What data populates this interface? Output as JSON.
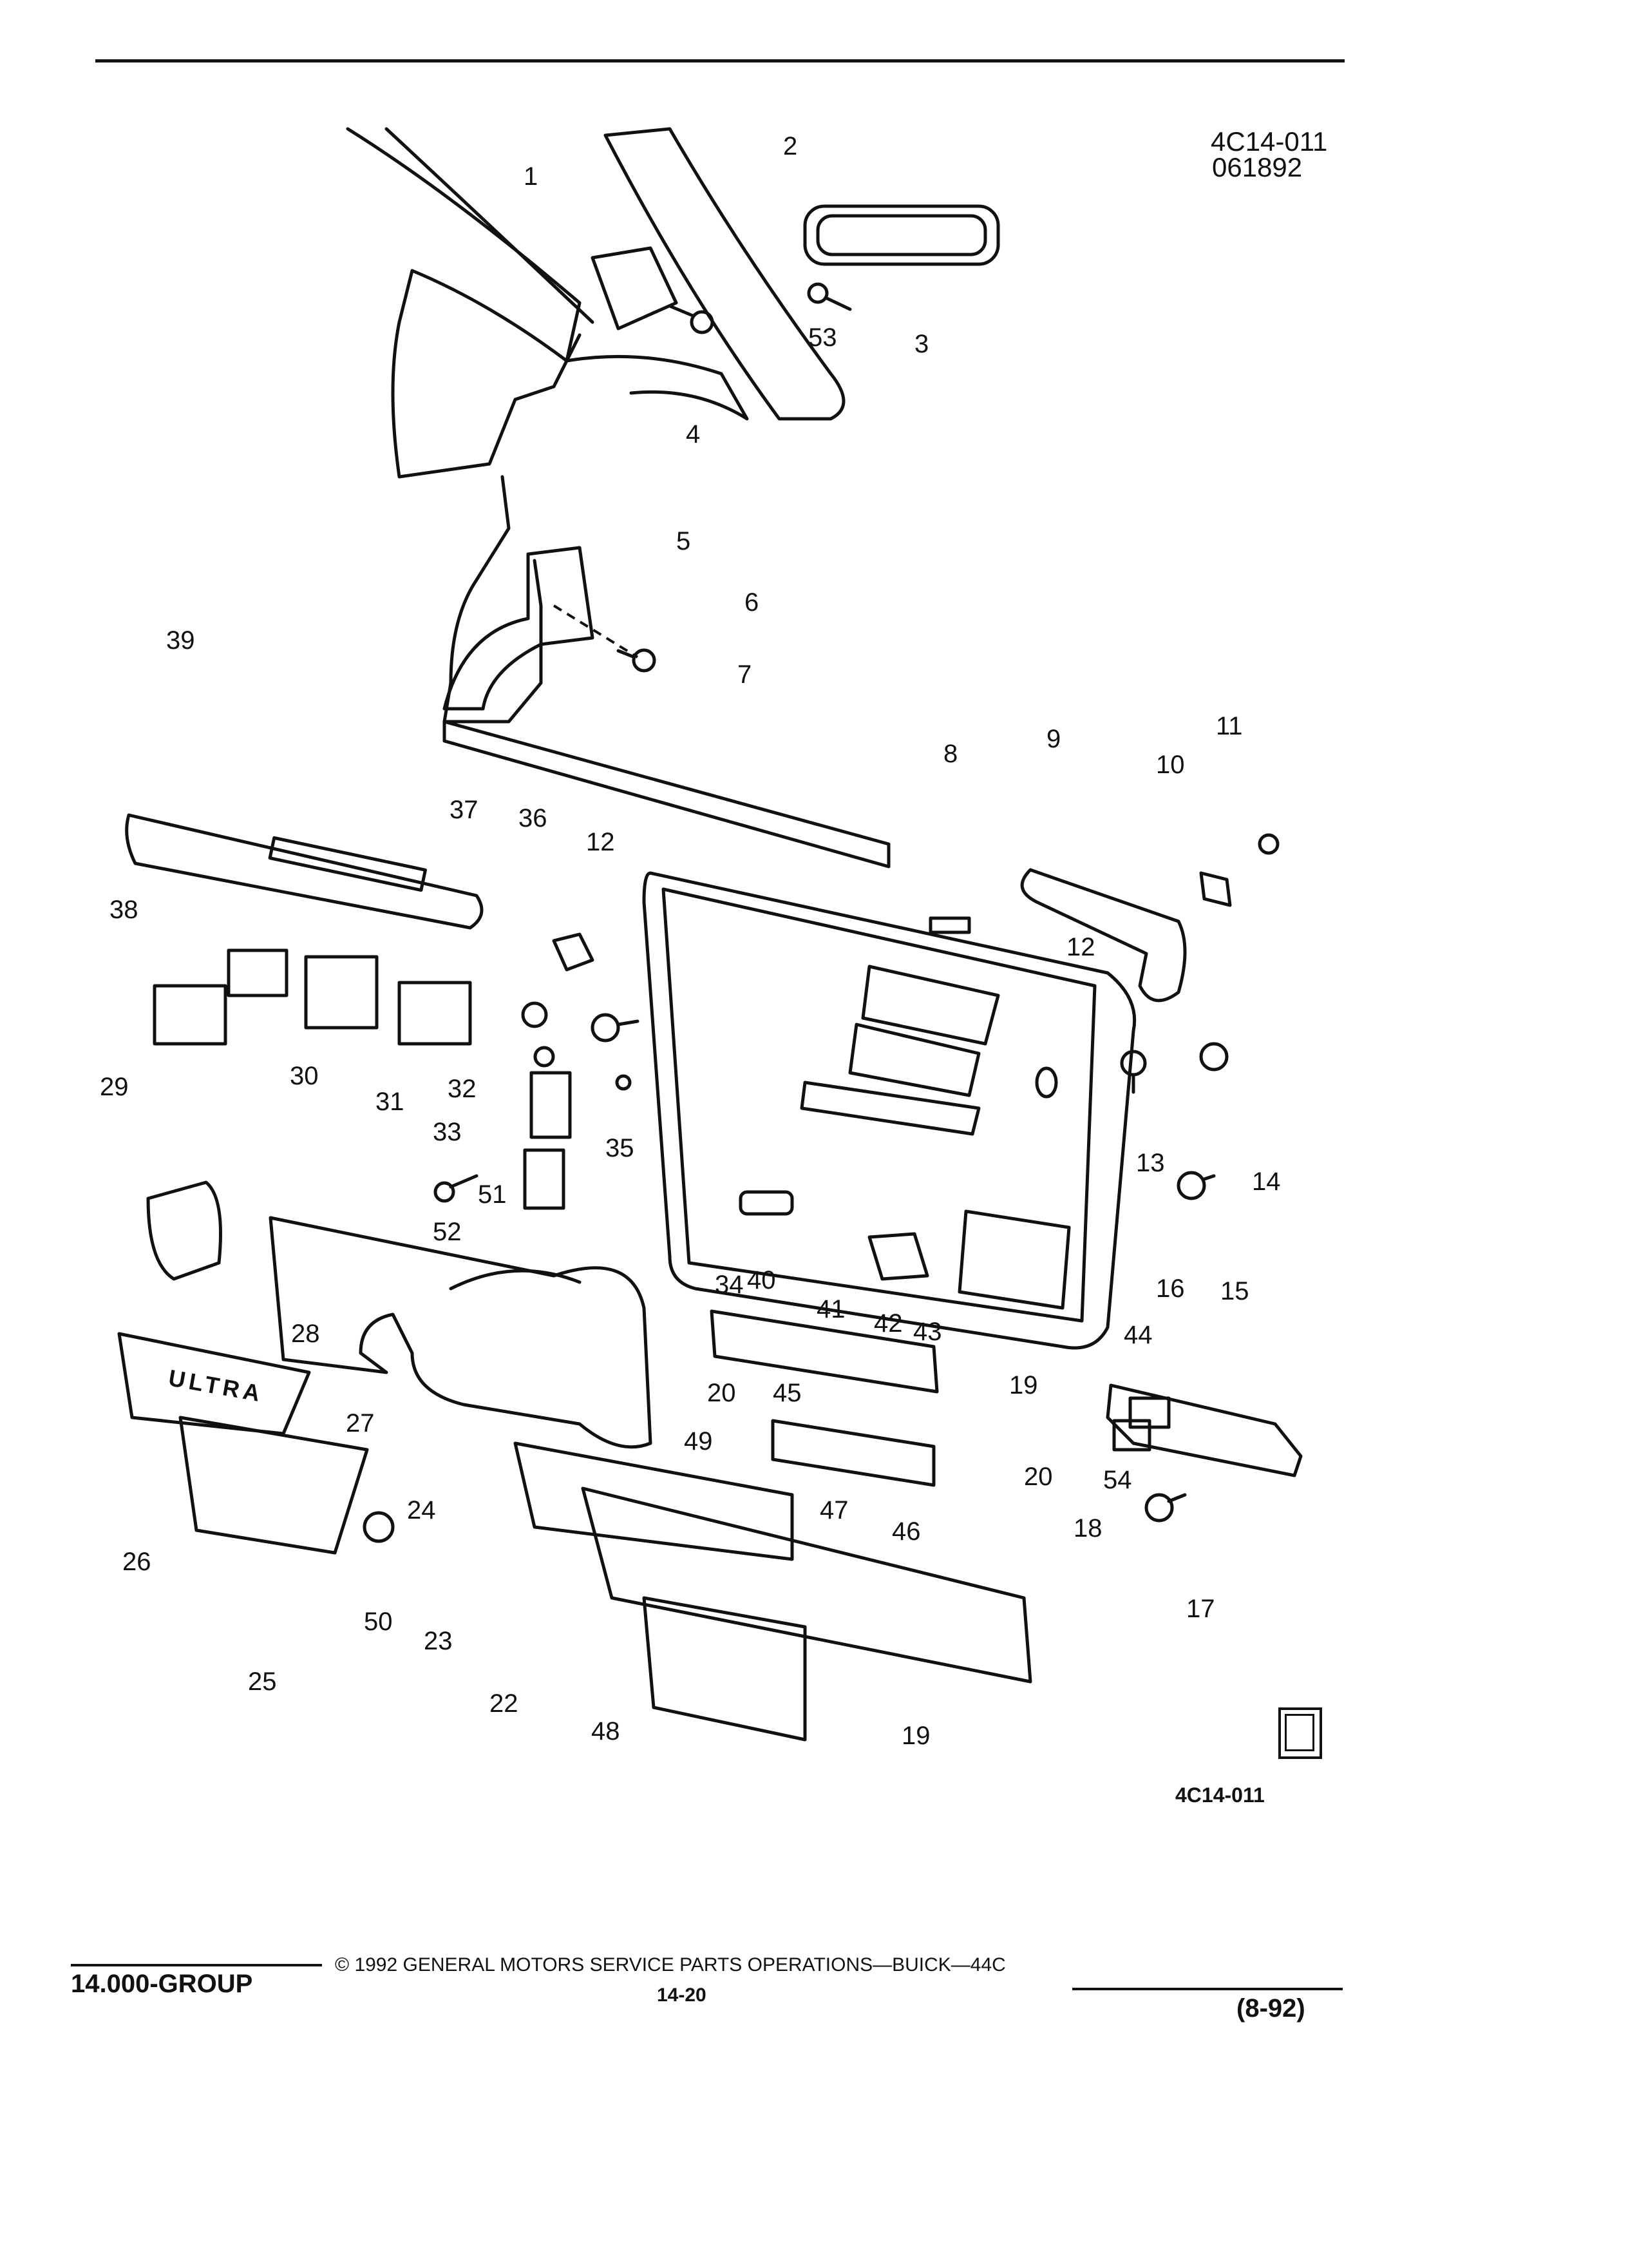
{
  "header": {
    "reference_code": "4C14-011",
    "date_code": "061892"
  },
  "diagram": {
    "callouts": [
      "1",
      "2",
      "3",
      "4",
      "5",
      "6",
      "7",
      "8",
      "9",
      "10",
      "11",
      "12",
      "12",
      "13",
      "14",
      "15",
      "16",
      "17",
      "18",
      "19",
      "19",
      "20",
      "20",
      "22",
      "23",
      "24",
      "25",
      "26",
      "27",
      "28",
      "29",
      "30",
      "31",
      "32",
      "33",
      "34",
      "35",
      "36",
      "37",
      "38",
      "39",
      "40",
      "41",
      "42",
      "43",
      "44",
      "45",
      "46",
      "47",
      "48",
      "49",
      "50",
      "51",
      "52",
      "53",
      "54"
    ],
    "brand_plate_text": "ULTRA"
  },
  "figure_ref": "4C14-011",
  "logo": {
    "icon": "gm-spo-logo-icon"
  },
  "footer": {
    "group": "14.000-GROUP",
    "copyright": "© 1992 GENERAL MOTORS SERVICE PARTS OPERATIONS—BUICK—44C",
    "page": "14-20",
    "date": "(8-92)"
  }
}
